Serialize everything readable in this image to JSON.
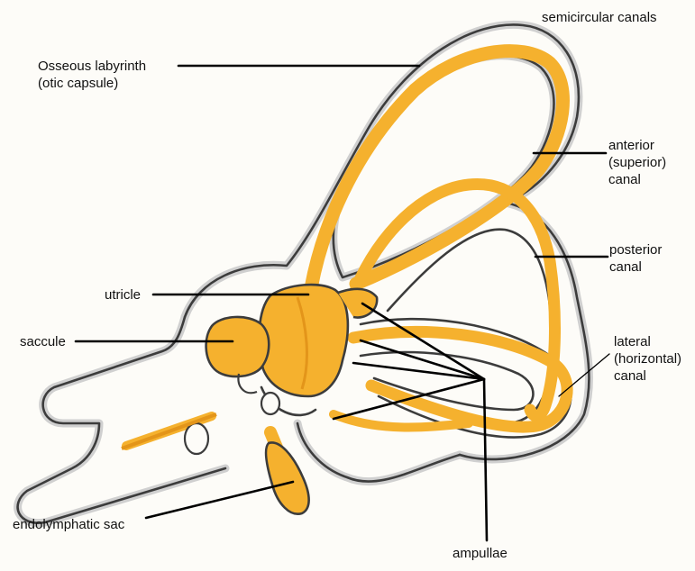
{
  "colors": {
    "background": "#fdfcf8",
    "membranous_labyrinth": "#f5b12e",
    "membranous_shade": "#e3951a",
    "bony_outline": "#3c3c3c",
    "halo": "#c9c9c9",
    "leader_line": "#000000",
    "text": "#111111"
  },
  "labels": {
    "semicircular_canals": "semicircular canals",
    "osseous_labyrinth": "Osseous labyrinth\n(otic capsule)",
    "anterior_canal": "anterior\n(superior)\ncanal",
    "posterior_canal": "posterior\ncanal",
    "utricle": "utricle",
    "saccule": "saccule",
    "lateral_canal": "lateral\n(horizontal)\ncanal",
    "endolymphatic_sac": "endolymphatic sac",
    "ampullae": "ampullae"
  }
}
